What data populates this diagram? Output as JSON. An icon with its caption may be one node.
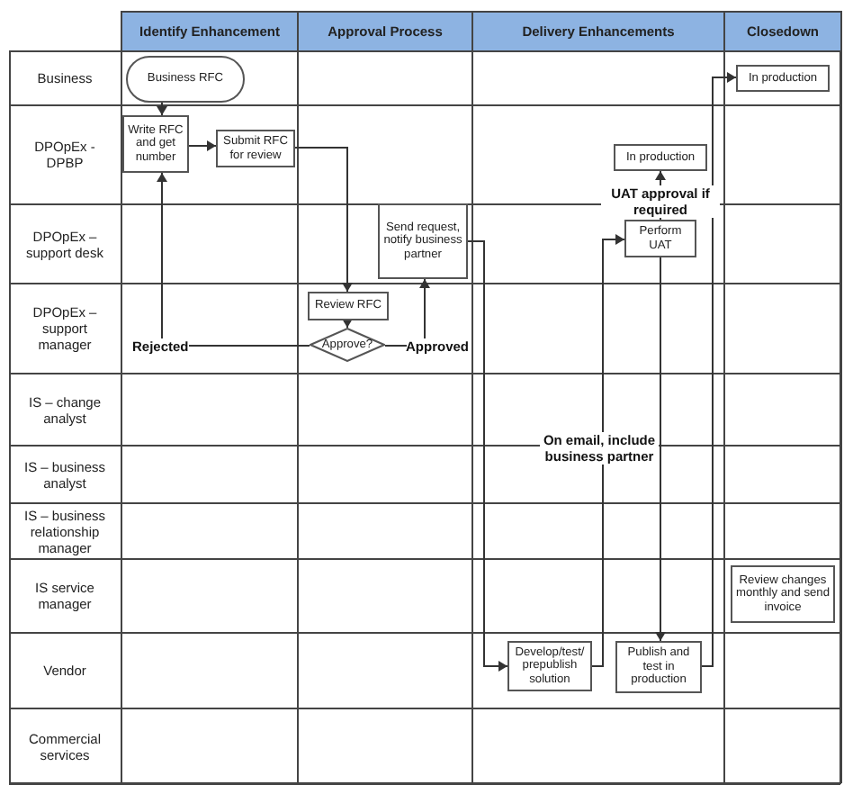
{
  "diagram": {
    "nodes": [
      {
        "text": [
          "Business RFC"
        ]
      },
      {
        "text": [
          "Write RFC and get number"
        ]
      },
      {
        "text": [
          "Submit RFC for review"
        ]
      },
      {
        "text": [
          "In production"
        ]
      },
      {
        "text": [
          "Send request, notify business partner"
        ]
      },
      {
        "text": [
          "Perform UAT"
        ]
      },
      {
        "text": [
          "Review RFC"
        ]
      },
      {
        "text": [
          "Approve?"
        ]
      },
      {
        "text": [
          "In production"
        ]
      },
      {
        "text": [
          "Review changes monthly and send invoice"
        ]
      },
      {
        "text": [
          "Develop/test/ prepublish solution"
        ]
      },
      {
        "text": [
          "Publish and test in production"
        ]
      }
    ],
    "edges": [
      {
        "from": 0,
        "to": 1,
        "arrow": "to"
      },
      {
        "from": 1,
        "to": 2,
        "arrow": "to"
      },
      {
        "from": 2,
        "to": 6,
        "arrow": "to"
      },
      {
        "from": 6,
        "to": 7,
        "arrow": "to"
      },
      {
        "from": 7,
        "to": 1,
        "arrow": "to",
        "label": "Rejected"
      },
      {
        "from": 7,
        "to": 4,
        "arrow": "to",
        "label": "Approved"
      },
      {
        "from": 4,
        "to": 10,
        "arrow": "to"
      },
      {
        "from": 10,
        "to": 5,
        "arrow": "to",
        "label": "On email, include business partner"
      },
      {
        "from": 5,
        "to": 3,
        "arrow": "to",
        "label": "UAT approval if required"
      },
      {
        "from": 5,
        "to": 11,
        "arrow": "to"
      },
      {
        "from": 11,
        "to": 8,
        "arrow": "to"
      }
    ],
    "labels": [
      "Identify Enhancement",
      "Approval Process",
      "Delivery Enhancements",
      "Closedown",
      "Business",
      "DPOpEx - DPBP",
      "DPOpEx – support desk",
      "DPOpEx – support manager",
      "IS – change analyst",
      "IS – business analyst",
      "IS – business relationship manager",
      "IS service manager",
      "Vendor",
      "Commercial services"
    ]
  }
}
